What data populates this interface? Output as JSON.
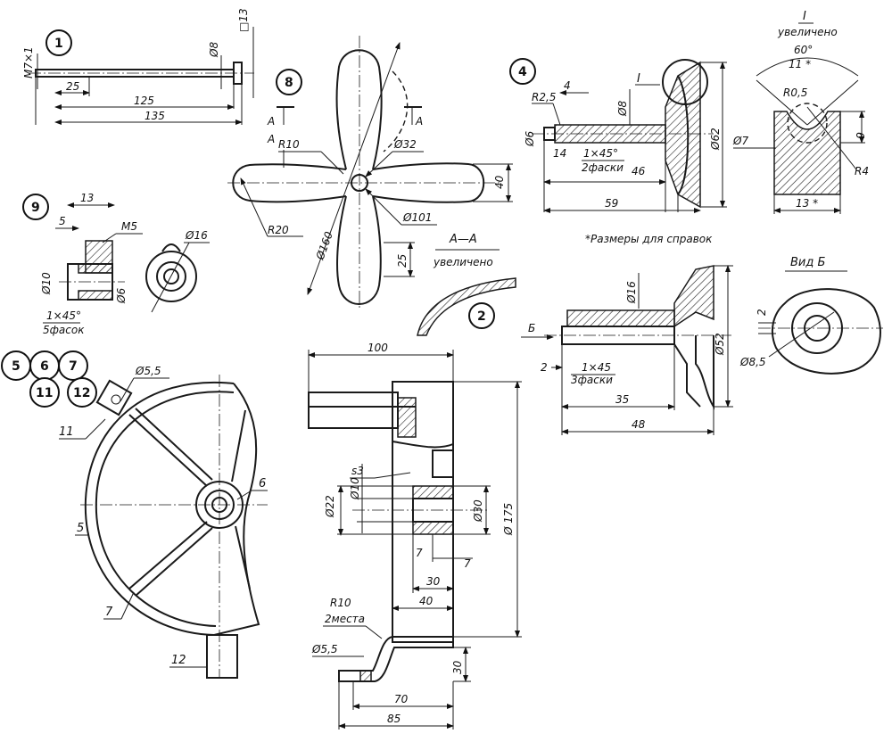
{
  "parts": {
    "p1": {
      "num": "1",
      "m7x1": "M7×1",
      "d8": "Ø8",
      "sq13": "□13",
      "l25": "25",
      "l125": "125",
      "l135": "135"
    },
    "p4": {
      "num": "4",
      "r25": "R2,5",
      "l4": "4",
      "roman": "I",
      "d8": "Ø8",
      "d6": "Ø6",
      "d62": "Ø62",
      "l14": "14",
      "chamfer": "1×45°",
      "fasks": "2фаски",
      "l46": "46",
      "l59": "59"
    },
    "detailI": {
      "title": "I",
      "subtitle": "увеличено",
      "a60": "60°",
      "a11": "11 *",
      "r05": "R0,5",
      "d7": "Ø7",
      "l6": "6",
      "r4": "R4",
      "l13": "13 *"
    },
    "p8": {
      "num": "8",
      "a": "A",
      "r10": "R10",
      "d32": "Ø32",
      "r20": "R20",
      "d101": "Ø101",
      "d160": "Ø160",
      "l40": "40",
      "l25": "25"
    },
    "p9": {
      "num": "9",
      "l13": "13",
      "l5": "5",
      "m5": "M5",
      "d16": "Ø16",
      "d10": "Ø10",
      "d6": "Ø6",
      "chamfer": "1×45°",
      "fasks": "5фасок"
    },
    "sectionAA": {
      "title": "A—A",
      "subtitle": "увеличено",
      "num": "2"
    },
    "note": "*Размеры для справок",
    "viewB": {
      "title": "Вид Б",
      "l2": "2",
      "d85": "Ø8,5"
    },
    "pulley": {
      "b": "Б",
      "d16": "Ø16",
      "d52": "Ø52",
      "l2": "2",
      "chamfer": "1×45",
      "fasks": "3фаски",
      "l35": "35",
      "l48": "48"
    },
    "assembly": {
      "nums": [
        "5",
        "6",
        "7",
        "11",
        "12"
      ],
      "d55": "Ø5,5",
      "c11": "11",
      "c5": "5",
      "c6": "6",
      "c7": "7",
      "c12": "12"
    },
    "bracket": {
      "l100": "100",
      "s3": "s3",
      "d10": "Ø10",
      "d22": "Ø22",
      "d30": "Ø30",
      "d175": "Ø 175",
      "l7a": "7",
      "l7b": "7",
      "l30": "30",
      "l40": "40",
      "r10": "R10",
      "places": "2места",
      "d55": "Ø5,5",
      "l30b": "30",
      "l70": "70",
      "l85": "85"
    }
  }
}
